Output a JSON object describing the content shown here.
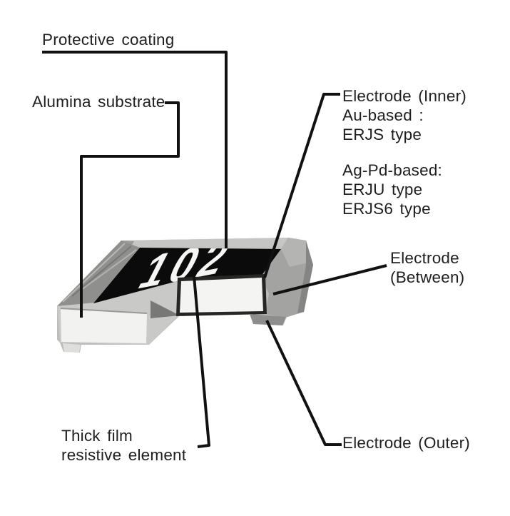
{
  "diagram": {
    "subject": "Chip resistor construction diagram",
    "chip": {
      "marking": "102"
    }
  },
  "labels": {
    "protective_coating": "Protective coating",
    "alumina_substrate": "Alumina substrate",
    "electrode_inner": {
      "lines": [
        "Electrode (Inner)",
        "Au-based :",
        "ERJS type",
        "Ag-Pd-based:",
        "ERJU type",
        "ERJS6 type"
      ]
    },
    "electrode_between": {
      "lines": [
        "Electrode",
        "(Between)"
      ]
    },
    "thick_film": {
      "lines": [
        "Thick film",
        "resistive element"
      ]
    },
    "electrode_outer": "Electrode (Outer)"
  },
  "colors": {
    "background": "#ffffff",
    "label_text": "#1f1f1f",
    "leader_line": "#111111",
    "coating_black": "#0b0b0b",
    "ceramic_white": "#f2f2f0",
    "electrode_gray": "#a3a3a1",
    "marking_white": "#f5f5f3"
  }
}
